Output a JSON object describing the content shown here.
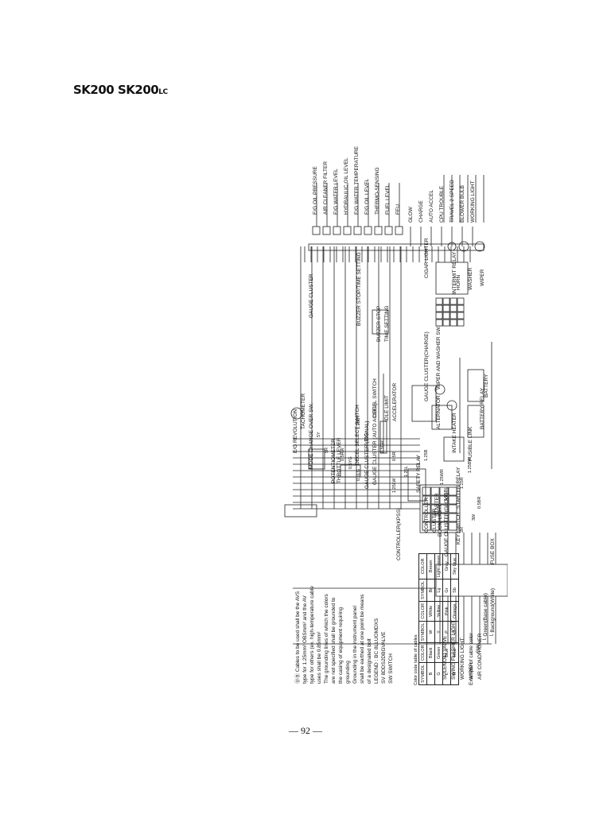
{
  "title": {
    "main": "SK200 SK200",
    "suffix": "LC"
  },
  "page_number": "— 92 —",
  "diagram": {
    "left_labels": [
      {
        "text": "SOLENOID VALVE"
      },
      {
        "text": "SWING FLASHER LIGHT"
      },
      {
        "text": "WORKING LIGHT"
      },
      {
        "text": "WIPER"
      },
      {
        "text": "AIR CONDITIONER"
      }
    ],
    "fuse_box": "FUSE BOX",
    "components": [
      {
        "text": "KEY SWITCH"
      },
      {
        "text": "BOOM LIGHT"
      },
      {
        "text": "CLUSTER"
      },
      {
        "text": "CONTROLLER"
      },
      {
        "text": "STARTER"
      },
      {
        "text": "FUSIBLE LINK"
      },
      {
        "text": "BATTERY"
      },
      {
        "text": "BATTERY RELAY"
      },
      {
        "text": "STARTER RELAY"
      },
      {
        "text": "INTAKE HEATER"
      },
      {
        "text": "ALTERNATOR"
      },
      {
        "text": "SAFETY RELAY"
      },
      {
        "text": "GAUGE CLUSTER(CHARGE)"
      },
      {
        "text": "ACCELERATOR"
      },
      {
        "text": "IDLE LIMIT"
      },
      {
        "text": "DECEL SWITCH"
      },
      {
        "text": "GAUGE CLUSTER (AUTO ACCEL)"
      },
      {
        "text": "GAUGE CLUSTER (SIGNAL)"
      },
      {
        "text": "DECEL SELECT SWITCH"
      },
      {
        "text": "THROTTLE LEVER"
      },
      {
        "text": "POTENTIOMETER"
      },
      {
        "text": "MODE CHANGE OVER SW."
      },
      {
        "text": "TACHOMETER"
      },
      {
        "text": "E/G REVOLUTION"
      },
      {
        "text": "GAUGE CLUSTER(GLOW)"
      },
      {
        "text": "CONTROLLER(KPSS)"
      },
      {
        "text": "INTERMIT RELAY"
      },
      {
        "text": "WIPER"
      },
      {
        "text": "WASHER"
      },
      {
        "text": "HORN"
      },
      {
        "text": "WIPER AND WASHER SW."
      },
      {
        "text": "CIGAR LIGHTER"
      },
      {
        "text": "BUZZER STOP"
      },
      {
        "text": "TIME SETTING"
      },
      {
        "text": "BUZZER STOP/TIME SETTING"
      },
      {
        "text": "GAUGE CLUSTER"
      }
    ],
    "gauge_items": [
      {
        "text": "E/G OIL PRESSURE"
      },
      {
        "text": "AIR CLEANER FILTER"
      },
      {
        "text": "E/G WATER LEVEL"
      },
      {
        "text": "HYDRAULIC OIL LEVEL"
      },
      {
        "text": "E/G WATER TEMPERATURE"
      },
      {
        "text": "E/G OIL LEVEL"
      },
      {
        "text": "THERMO-SENSING"
      },
      {
        "text": "FUEL LEVEL"
      },
      {
        "text": "FEU"
      }
    ],
    "indicators": [
      {
        "text": "GLOW"
      },
      {
        "text": "CHARGE"
      },
      {
        "text": "AUTO ACCEL"
      },
      {
        "text": "CPU TROUBLE"
      },
      {
        "text": "TRAVEL 2 SPEED"
      },
      {
        "text": "BLOWER BULB"
      },
      {
        "text": "WORKING LIGHT"
      }
    ],
    "wire_codes": [
      "1.25WR",
      "1.25BL",
      "1.25B",
      "1.25L",
      "0.5R",
      "0.5GR",
      "1.25G",
      "1.25BY",
      "1.25LW",
      "0.5LG",
      "0.5YG",
      "0.5RW",
      "5R",
      "5Y",
      "1.25R",
      "1.25BW",
      "2R",
      "3W",
      "0.5BR"
    ],
    "note_lines": [
      "ⓊⒷ Cables to be used shall be the AVS",
      "type for 1.25mm² OBSmm² and the AV",
      "type for others (ex. high-temperature cable",
      "uses shall be 0.85mm²",
      "The grounding lines of which the colors",
      "are not specified shall be grounded to",
      "the casing of equipment requiring",
      "grounding",
      "Grounding in the instrument panel",
      "shall be earthed at one point be means",
      "of a designated bolt",
      "LEGEND : BC 8LLUOMDXS",
      "SV 8DDS2DBGVALVE",
      "SW SWITCH"
    ],
    "color_table": {
      "caption": "Color code table of cables",
      "headers": [
        "SYMBOL",
        "COLOR",
        "SYMBOL",
        "COLOR",
        "SYMBOL",
        "COLOR"
      ],
      "rows": [
        [
          "B",
          "Black",
          "W",
          "White",
          "Br",
          "Brown"
        ],
        [
          "G",
          "Green",
          "Y",
          "Yellow",
          "Lg",
          "Light green"
        ],
        [
          "L",
          "Blue",
          "P",
          "Pink",
          "Gr",
          "Gray"
        ],
        [
          "R",
          "Red",
          "O",
          "Orange",
          "Sb",
          "Sky blue"
        ]
      ]
    },
    "cable_example": {
      "caption": "Example of cable color",
      "code": "GW",
      "line1": "Green(Base cable)",
      "line2": "Background(White)"
    }
  }
}
